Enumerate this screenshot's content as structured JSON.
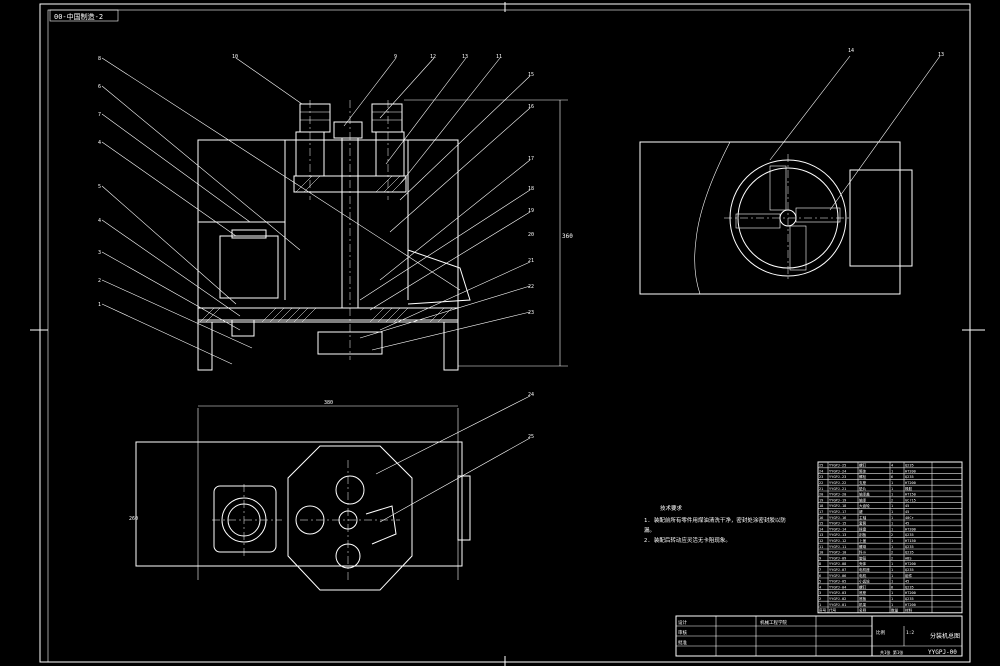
{
  "sheet": {
    "top_left_tag": "00-中国制造-2",
    "colors": {
      "background": "#000000",
      "line": "#ffffff"
    }
  },
  "front_view": {
    "balloons": [
      "8",
      "6",
      "7",
      "4",
      "5",
      "4",
      "3",
      "2",
      "1",
      "10",
      "9",
      "12",
      "13",
      "11",
      "15",
      "16",
      "17",
      "18",
      "19",
      "20",
      "21",
      "22",
      "23"
    ],
    "height_dim": "360"
  },
  "top_view": {
    "balloons": [
      "24",
      "25"
    ],
    "width_dim": "380",
    "height_dim": "260"
  },
  "detail_view": {
    "balloons": [
      "14",
      "13"
    ]
  },
  "notes": {
    "title": "技术要求",
    "line1": "1. 装配前所有零件用煤油清洗干净，密封处涂密封胶以防",
    "line1b": "漏。",
    "line2": "2. 装配后转动应灵活无卡阻现象。"
  },
  "bom": {
    "rows": [
      [
        "25",
        "YYGPJ-25",
        "螺钉",
        "4",
        "Q235"
      ],
      [
        "24",
        "YYGPJ-24",
        "筒体",
        "1",
        "HT200"
      ],
      [
        "23",
        "YYGPJ-23",
        "螺栓",
        "6",
        "Q235"
      ],
      [
        "22",
        "YYGPJ-22",
        "支座",
        "1",
        "HT200"
      ],
      [
        "21",
        "YYGPJ-21",
        "垫片",
        "1",
        "橡胶"
      ],
      [
        "20",
        "YYGPJ-20",
        "轴承盖",
        "1",
        "HT150"
      ],
      [
        "19",
        "YYGPJ-19",
        "轴承",
        "2",
        "GCr15"
      ],
      [
        "18",
        "YYGPJ-18",
        "大齿轮",
        "1",
        "45"
      ],
      [
        "17",
        "YYGPJ-17",
        "键",
        "1",
        "45"
      ],
      [
        "16",
        "YYGPJ-16",
        "主轴",
        "1",
        "40Cr"
      ],
      [
        "15",
        "YYGPJ-15",
        "套筒",
        "1",
        "45"
      ],
      [
        "14",
        "YYGPJ-14",
        "拨盘",
        "1",
        "HT200"
      ],
      [
        "13",
        "YYGPJ-13",
        "刮板",
        "2",
        "Q235"
      ],
      [
        "12",
        "YYGPJ-12",
        "上盖",
        "1",
        "HT150"
      ],
      [
        "11",
        "YYGPJ-11",
        "螺母",
        "1",
        "Q235"
      ],
      [
        "10",
        "YYGPJ-10",
        "料斗",
        "2",
        "Q235"
      ],
      [
        "9",
        "YYGPJ-09",
        "旋钮",
        "2",
        "ABS"
      ],
      [
        "8",
        "YYGPJ-08",
        "壳体",
        "1",
        "HT200"
      ],
      [
        "7",
        "YYGPJ-07",
        "电机座",
        "1",
        "Q235"
      ],
      [
        "6",
        "YYGPJ-06",
        "电机",
        "1",
        "组件"
      ],
      [
        "5",
        "YYGPJ-05",
        "小齿轮",
        "1",
        "45"
      ],
      [
        "4",
        "YYGPJ-04",
        "螺钉",
        "8",
        "Q235"
      ],
      [
        "3",
        "YYGPJ-03",
        "底座",
        "1",
        "HT200"
      ],
      [
        "2",
        "YYGPJ-02",
        "底板",
        "1",
        "Q235"
      ],
      [
        "1",
        "YYGPJ-01",
        "机架",
        "1",
        "HT200"
      ]
    ],
    "header": [
      "序号",
      "代号",
      "名称",
      "数量",
      "材料"
    ]
  },
  "title_block": {
    "drawing_title": "分装机总图",
    "drawing_no": "YYGPJ-00",
    "scale_label": "比例",
    "scale": "1:2",
    "sheet_info": "共1张 第1张",
    "designer": "设计",
    "checker": "审核",
    "approver": "批准",
    "school": "机械工程学院"
  }
}
